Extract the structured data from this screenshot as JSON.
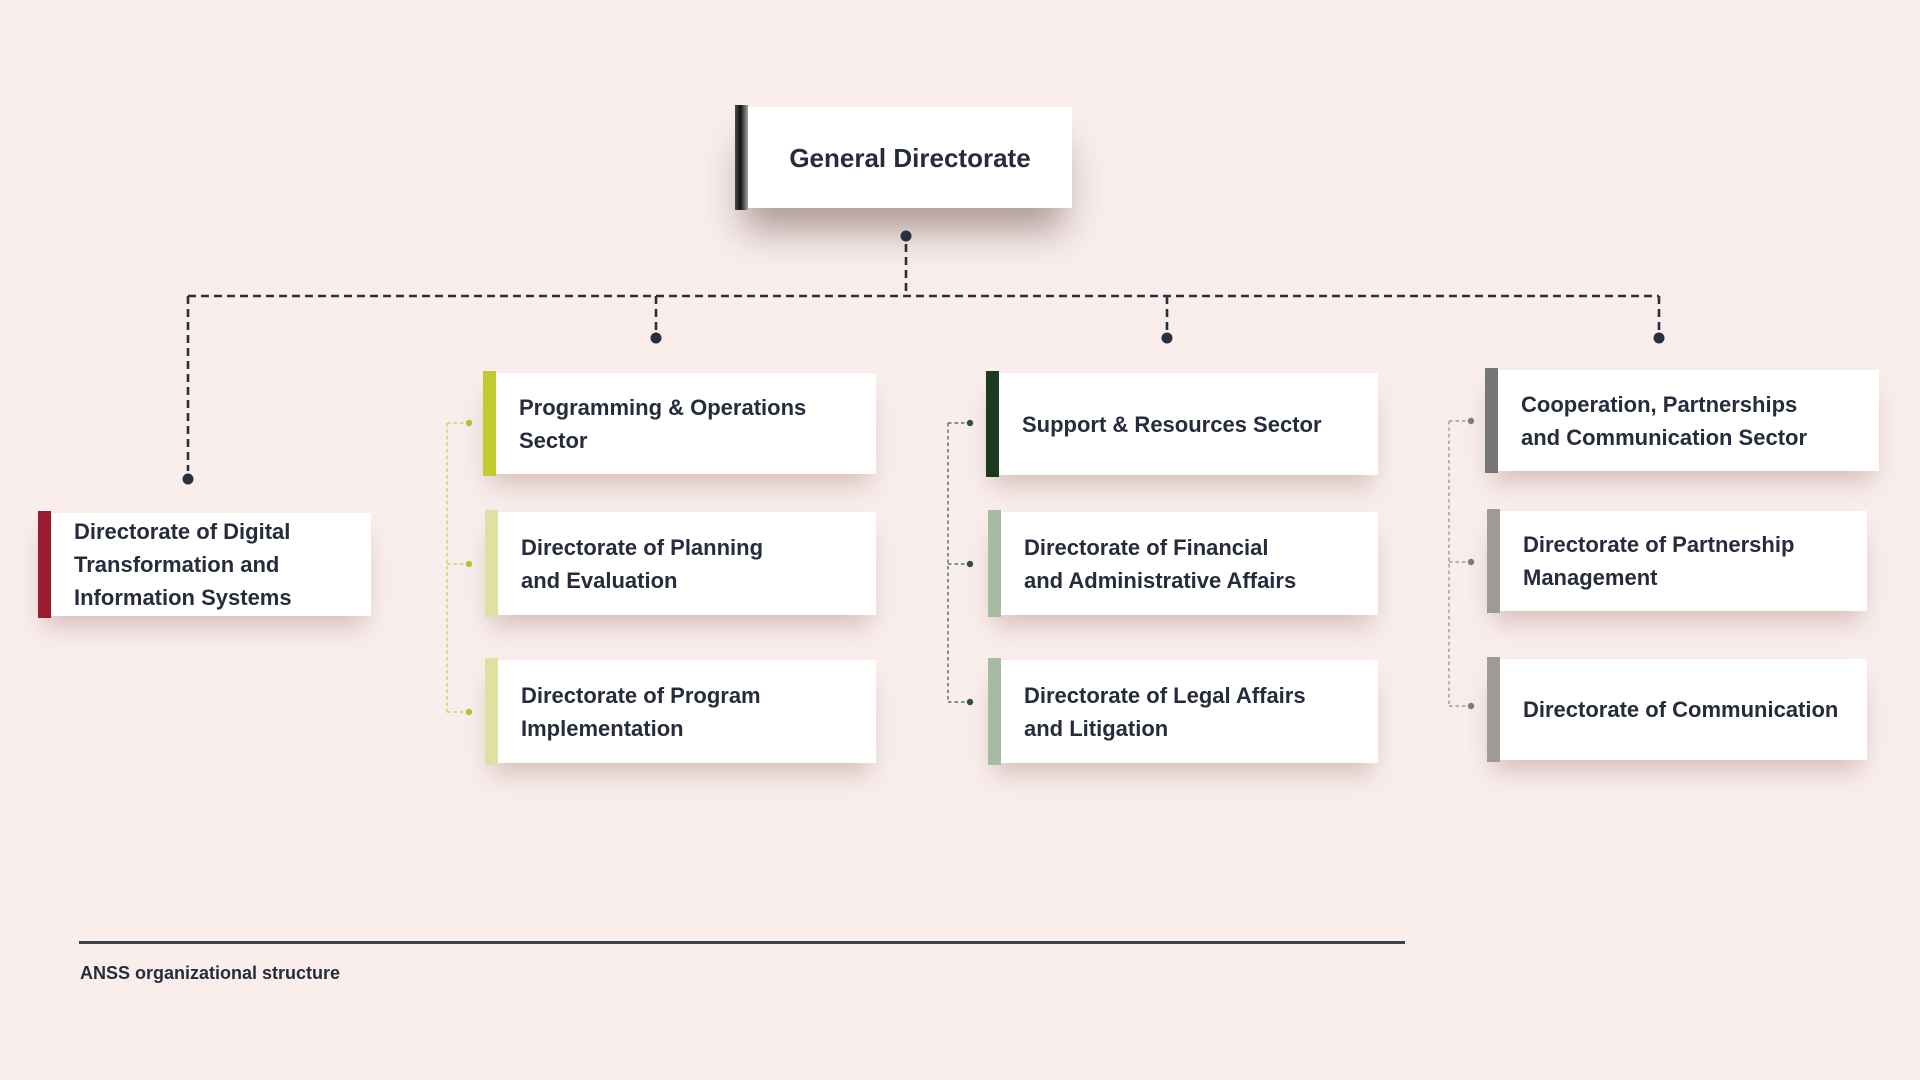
{
  "colors": {
    "background": "#f9eeec",
    "text": "#272c3c",
    "connector": "#2a2f3e",
    "divider": "#3e414b",
    "box_background": "#ffffff"
  },
  "root": {
    "label": "General Directorate",
    "accent_left": "#4a4a4a",
    "accent_mid": "#131313",
    "accent_right": "#a5a5a5"
  },
  "branches": [
    {
      "id": "digital-transformation",
      "accent": "#9b1c2f",
      "label_lines": [
        "Directorate of Digital",
        "Transformation and",
        "Information Systems"
      ],
      "children": []
    },
    {
      "id": "programming-operations",
      "accent": "#c1ca2f",
      "child_accent": "#dfe0a2",
      "bracket": "#d4d878",
      "bracket_dot": "#b5c22d",
      "label_lines": [
        "Programming & Operations",
        "Sector"
      ],
      "children": [
        {
          "label_lines": [
            "Directorate of Planning",
            "and Evaluation"
          ]
        },
        {
          "label_lines": [
            "Directorate of Program",
            "Implementation"
          ]
        }
      ]
    },
    {
      "id": "support-resources",
      "accent": "#1d3a20",
      "child_accent": "#a6bba3",
      "bracket": "#6c8a70",
      "bracket_dot": "#2f5134",
      "label_lines": [
        "Support & Resources Sector"
      ],
      "children": [
        {
          "label_lines": [
            "Directorate of Financial",
            "and Administrative Affairs"
          ]
        },
        {
          "label_lines": [
            "Directorate of Legal Affairs",
            "and Litigation"
          ]
        }
      ]
    },
    {
      "id": "cooperation-partnerships",
      "accent": "#767676",
      "child_accent": "#9d9a98",
      "bracket": "#aaaaaa",
      "bracket_dot": "#7c7c7c",
      "label_lines": [
        "Cooperation, Partnerships",
        "and Communication Sector"
      ],
      "children": [
        {
          "label_lines": [
            "Directorate of Partnership",
            "Management"
          ]
        },
        {
          "label_lines": [
            "Directorate of Communication"
          ]
        }
      ]
    }
  ],
  "caption": "ANSS organizational structure"
}
